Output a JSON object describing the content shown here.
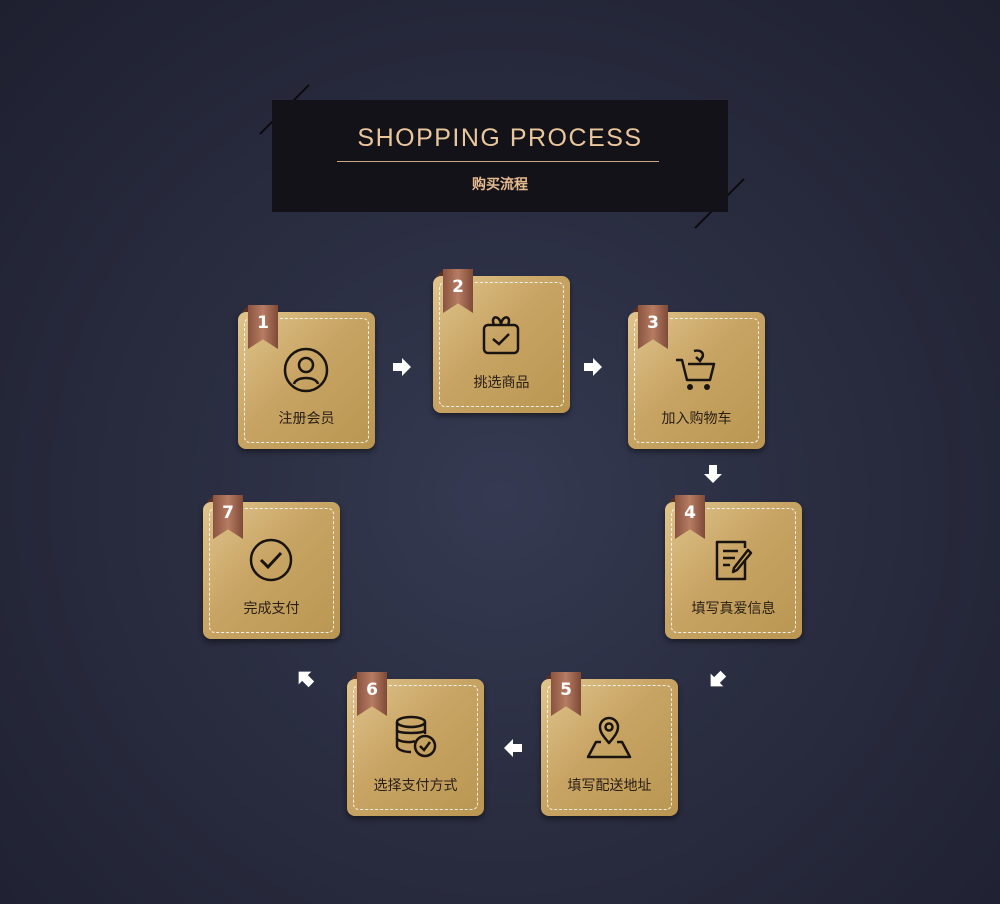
{
  "header": {
    "title": "SHOPPING PROCESS",
    "subtitle": "购买流程"
  },
  "steps": [
    {
      "number": "1",
      "label": "注册会员",
      "icon": "user-icon"
    },
    {
      "number": "2",
      "label": "挑选商品",
      "icon": "gift-box-icon"
    },
    {
      "number": "3",
      "label": "加入购物车",
      "icon": "shopping-cart-icon"
    },
    {
      "number": "4",
      "label": "填写真爱信息",
      "icon": "edit-document-icon"
    },
    {
      "number": "5",
      "label": "填写配送地址",
      "icon": "map-pin-icon"
    },
    {
      "number": "6",
      "label": "选择支付方式",
      "icon": "database-check-icon"
    },
    {
      "number": "7",
      "label": "完成支付",
      "icon": "check-circle-icon"
    }
  ],
  "colors": {
    "background": "#2a2d40",
    "header_box": "#131218",
    "title": "#e9c69b",
    "card_gold": "#c8a464",
    "ribbon": "#a86e56"
  }
}
